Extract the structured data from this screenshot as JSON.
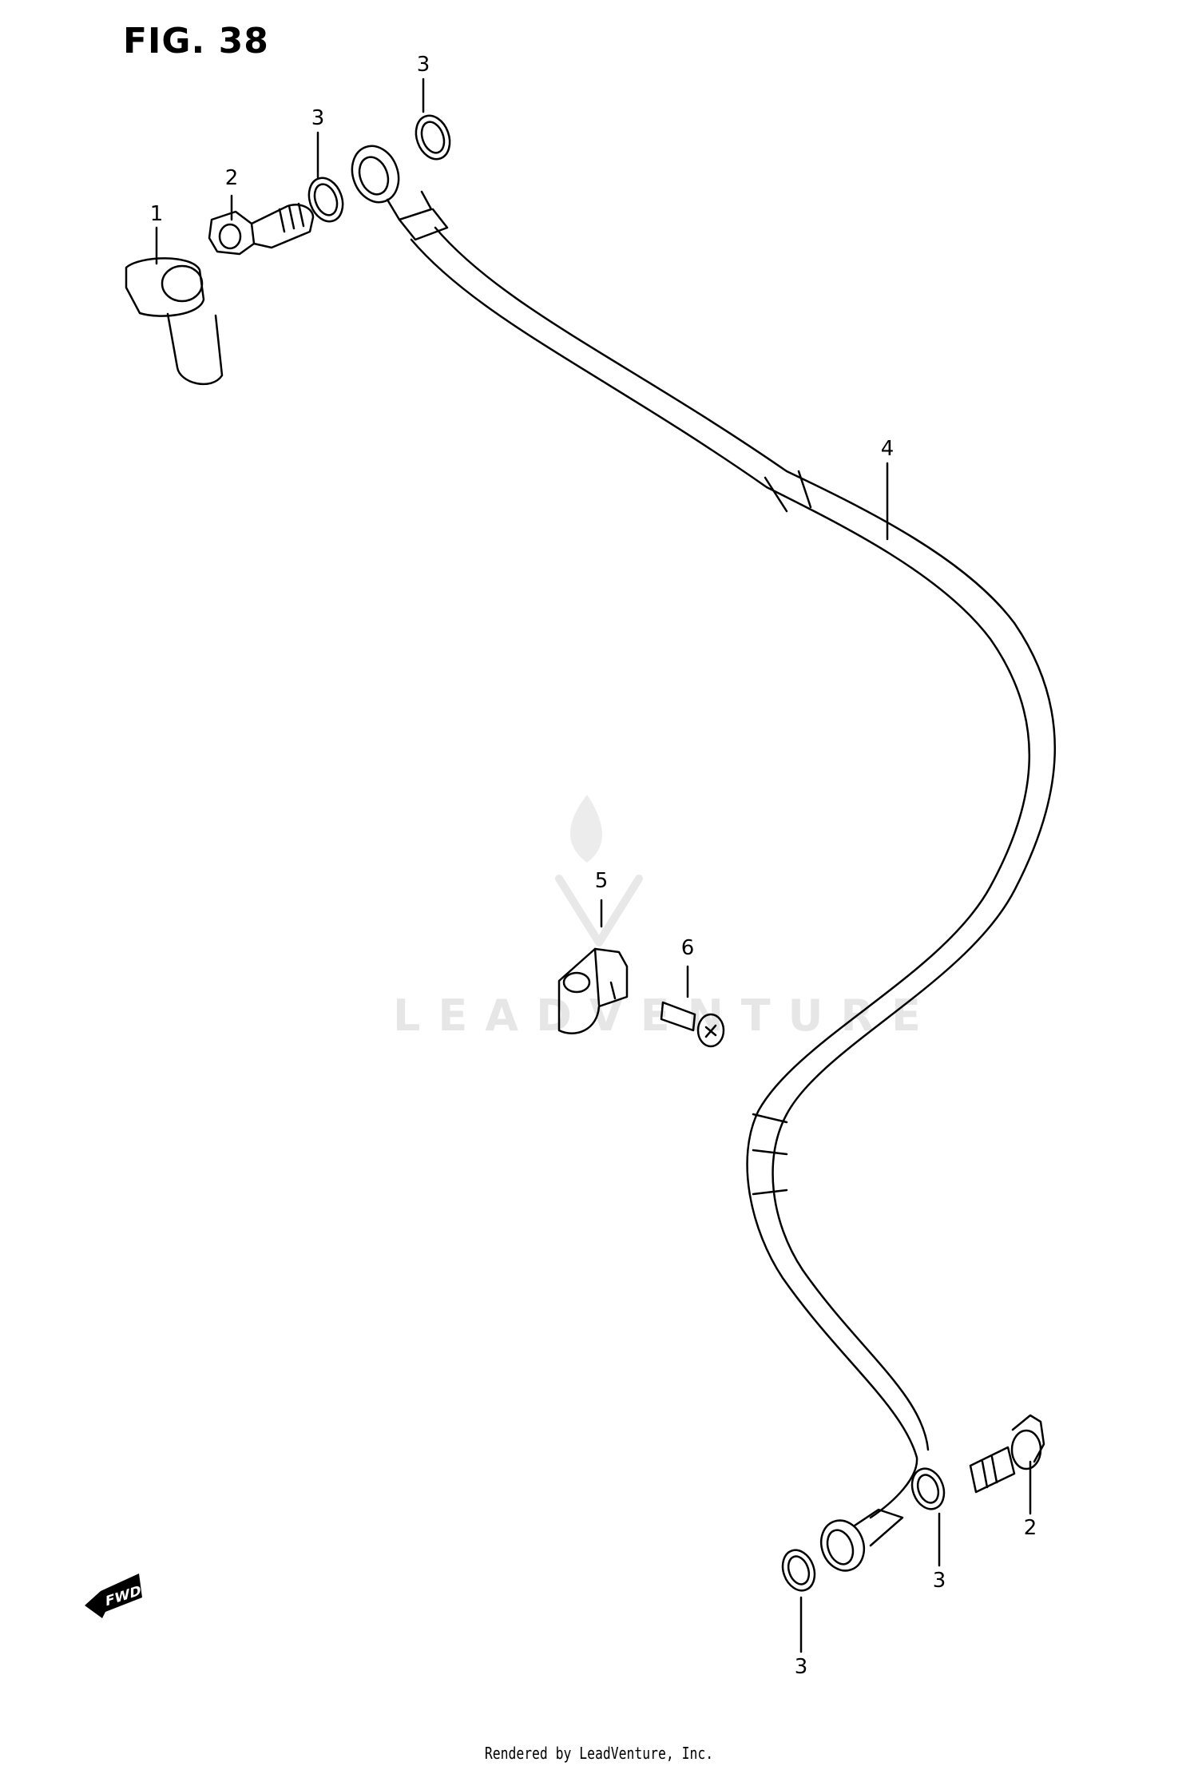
{
  "figure": {
    "title": "FIG. 38"
  },
  "callouts": [
    {
      "id": "1",
      "label": "1",
      "part": "boot-cap"
    },
    {
      "id": "2a",
      "label": "2",
      "part": "union-bolt-upper"
    },
    {
      "id": "3a",
      "label": "3",
      "part": "washer-upper-left"
    },
    {
      "id": "3b",
      "label": "3",
      "part": "washer-upper-right"
    },
    {
      "id": "4",
      "label": "4",
      "part": "brake-hose"
    },
    {
      "id": "5",
      "label": "5",
      "part": "hose-clamp"
    },
    {
      "id": "6",
      "label": "6",
      "part": "clamp-screw"
    },
    {
      "id": "2b",
      "label": "2",
      "part": "union-bolt-lower"
    },
    {
      "id": "3c",
      "label": "3",
      "part": "washer-lower-right"
    },
    {
      "id": "3d",
      "label": "3",
      "part": "washer-lower-left"
    }
  ],
  "direction_marker": {
    "label": "FWD"
  },
  "watermark": {
    "text": "LEADVENTURE"
  },
  "footer": {
    "text": "Rendered by LeadVenture, Inc."
  },
  "colors": {
    "line": "#000000",
    "watermark": "#e6e6e6",
    "background": "#ffffff"
  }
}
